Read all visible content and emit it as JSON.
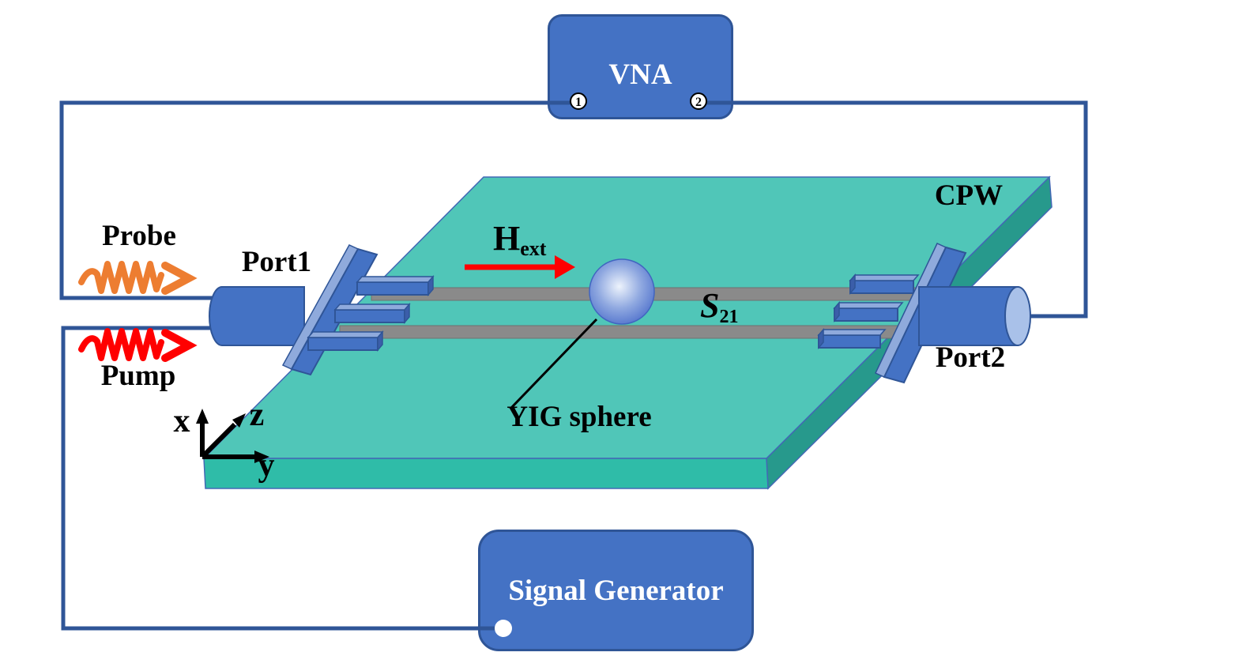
{
  "colors": {
    "wire": "#2F5597",
    "box_fill": "#4472C4",
    "box_border": "#2F5597",
    "board_top": "#50C6B8",
    "board_front": "#2FBCA8",
    "board_side": "#27998C",
    "board_edge": "#4368B5",
    "connector": "#4472C4",
    "connector_dark": "#2F5597",
    "connector_light": "#8FAADC",
    "connector_end": "#3B5EA9",
    "cap": "#A9C1E9",
    "trace": "#8A8A8A",
    "trace_edge": "#707070",
    "probe": "#ED7D31",
    "pump": "#FF0000",
    "field": "#FF0000",
    "sphere_hi": "#EDF3FC",
    "sphere_mid": "#8FA8E0",
    "sphere_lo": "#5374CD",
    "sphere_edge": "#4165C0"
  },
  "vna": {
    "label": "VNA",
    "port1_terminal": "1",
    "port2_terminal": "2"
  },
  "signal_generator": {
    "label": "Signal Generator"
  },
  "cpw": {
    "label": "CPW",
    "port1_label": "Port1",
    "port2_label": "Port2",
    "yig_label": "YIG sphere",
    "s_parameter": {
      "base": "S",
      "sub": "21"
    }
  },
  "field_label": {
    "base": "H",
    "sub": "ext"
  },
  "signals": {
    "probe": "Probe",
    "pump": "Pump"
  },
  "axes": {
    "x": "x",
    "y": "y",
    "z": "z"
  }
}
